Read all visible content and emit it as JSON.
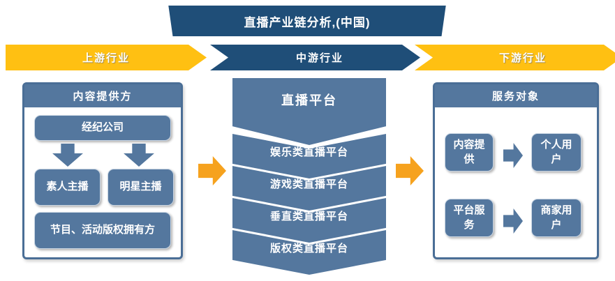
{
  "title": "直播产业链分析,(中国)",
  "stages": {
    "upstream": "上游行业",
    "midstream": "中游行业",
    "downstream": "下游行业"
  },
  "upstream_panel": {
    "header": "内容提供方",
    "agency": "经纪公司",
    "anchors": [
      "素人主播",
      "明星主播"
    ],
    "rights_owner": "节目、活动版权拥有方"
  },
  "midstream_stack": {
    "top": "直播平台",
    "items": [
      "娱乐类直播平台",
      "游戏类直播平台",
      "垂直类直播平台",
      "版权类直播平台"
    ]
  },
  "downstream_panel": {
    "header": "服务对象",
    "rows": [
      {
        "from": "内容提供",
        "to": "个人用户"
      },
      {
        "from": "平台服务",
        "to": "商家用户"
      }
    ]
  },
  "colors": {
    "navy": "#1F4E78",
    "gold": "#FFC012",
    "steel_blue": "#54779E",
    "panel_border": "#4A6E96",
    "orange": "#F6A21E"
  }
}
